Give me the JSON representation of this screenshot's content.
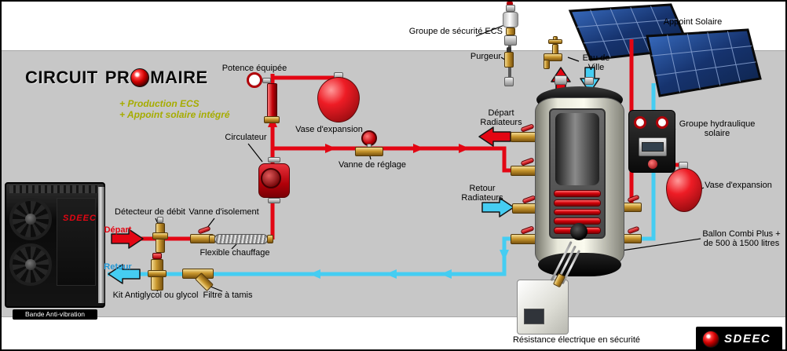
{
  "header": {
    "title_left": "CIRCUIT",
    "title_mid": "PR",
    "title_right": "MAIRE",
    "tagline1": "+ Production ECS",
    "tagline2": "+ Appoint solaire intégré"
  },
  "labels": {
    "potence": "Potence équipée",
    "vase_expansion_top": "Vase d'expansion",
    "circulateur": "Circulateur",
    "vanne_reglage": "Vanne de réglage",
    "groupe_securite": "Groupe de sécurité ECS",
    "purgeur": "Purgeur",
    "eau_de_ville": "Eau de Ville",
    "appoint_solaire": "Appoint Solaire",
    "depart_radiateurs": "Départ Radiateurs",
    "retour_radiateurs": "Retour Radiateurs",
    "groupe_hydraulique": "Groupe hydraulique solaire",
    "vase_expansion_droit": "Vase d'expansion",
    "ballon": "Ballon Combi Plus + de 500 à 1500 litres",
    "detecteur_debit": "Détecteur de débit",
    "vanne_isolement": "Vanne d'isolement",
    "flexible_chauffage": "Flexible chauffage",
    "kit_antiglycol": "Kit Antiglycol ou glycol",
    "filtre_tamis": "Filtre à tamis",
    "bande_antivibration": "Bande Anti-vibration",
    "depart": "Départ",
    "retour": "Retour",
    "resistance": "Résistance électrique en sécurité"
  },
  "branding": {
    "pump_logo": "SDEEC",
    "footer_logo": "SDEEC"
  },
  "colors": {
    "hot": "#e30613",
    "cold": "#45cdf2",
    "band": "#c7c7c7",
    "accent": "#a6ac00"
  }
}
